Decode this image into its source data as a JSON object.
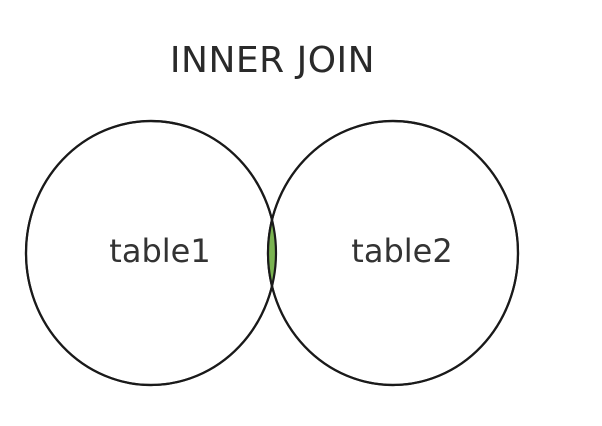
{
  "diagram": {
    "title": "INNER JOIN",
    "left_set_label": "table1",
    "right_set_label": "table2",
    "highlighted_region": "intersection",
    "colors": {
      "intersection_fill": "#7ab351",
      "circle_stroke": "#1a1a1a",
      "circle_fill": "#ffffff",
      "text": "#333333"
    }
  }
}
